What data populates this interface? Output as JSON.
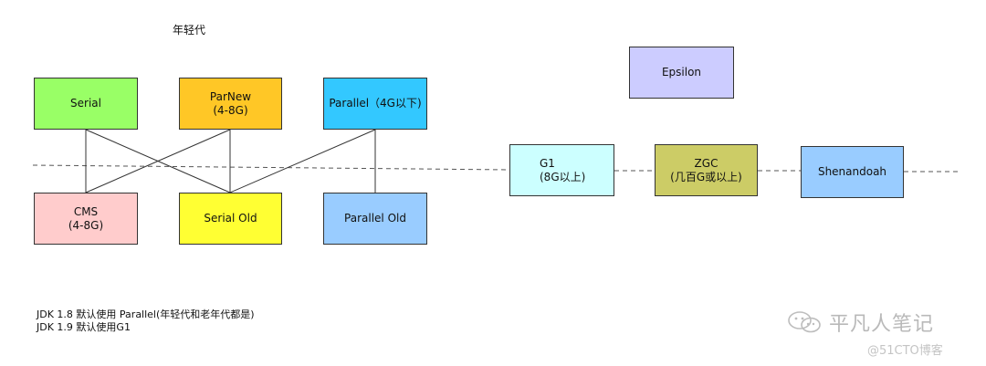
{
  "diagram": {
    "title": "年轻代",
    "boxes": {
      "serial": {
        "lines": [
          "Serial"
        ],
        "color": "#99ff66"
      },
      "parnew": {
        "lines": [
          "ParNew",
          "(4-8G)"
        ],
        "color": "#ffc726"
      },
      "parallel": {
        "lines": [
          "Parallel（4G以下)"
        ],
        "color": "#33c8ff"
      },
      "cms": {
        "lines": [
          "CMS",
          "(4-8G)"
        ],
        "color": "#ffcccc"
      },
      "serial_old": {
        "lines": [
          "Serial Old"
        ],
        "color": "#ffff33"
      },
      "parallel_old": {
        "lines": [
          "Parallel Old"
        ],
        "color": "#99ccff"
      },
      "epsilon": {
        "lines": [
          "Epsilon"
        ],
        "color": "#ccccff"
      },
      "g1": {
        "lines": [
          "G1",
          "(8G以上)"
        ],
        "color": "#ccffff"
      },
      "zgc": {
        "lines": [
          "ZGC",
          "(几百G或以上)"
        ],
        "color": "#cccc66"
      },
      "shenandoah": {
        "lines": [
          "Shenandoah"
        ],
        "color": "#99ccff"
      }
    },
    "notes": [
      "JDK 1.8 默认使用 Parallel(年轻代和老年代都是)",
      "JDK 1.9 默认使用G1"
    ],
    "watermark": {
      "main": "平凡人笔记",
      "sub": "@51CTO博客",
      "icon": "wechat-icon"
    }
  }
}
